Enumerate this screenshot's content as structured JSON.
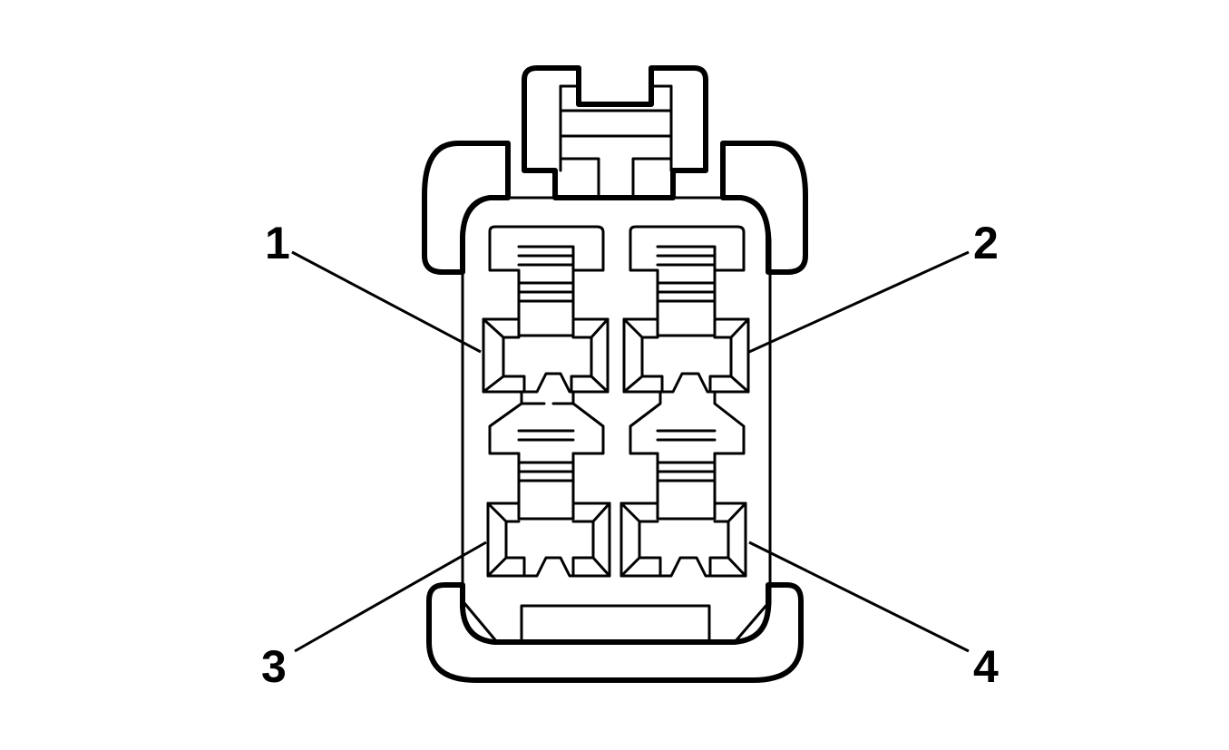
{
  "diagram": {
    "pins": [
      {
        "label": "1"
      },
      {
        "label": "2"
      },
      {
        "label": "3"
      },
      {
        "label": "4"
      }
    ]
  }
}
